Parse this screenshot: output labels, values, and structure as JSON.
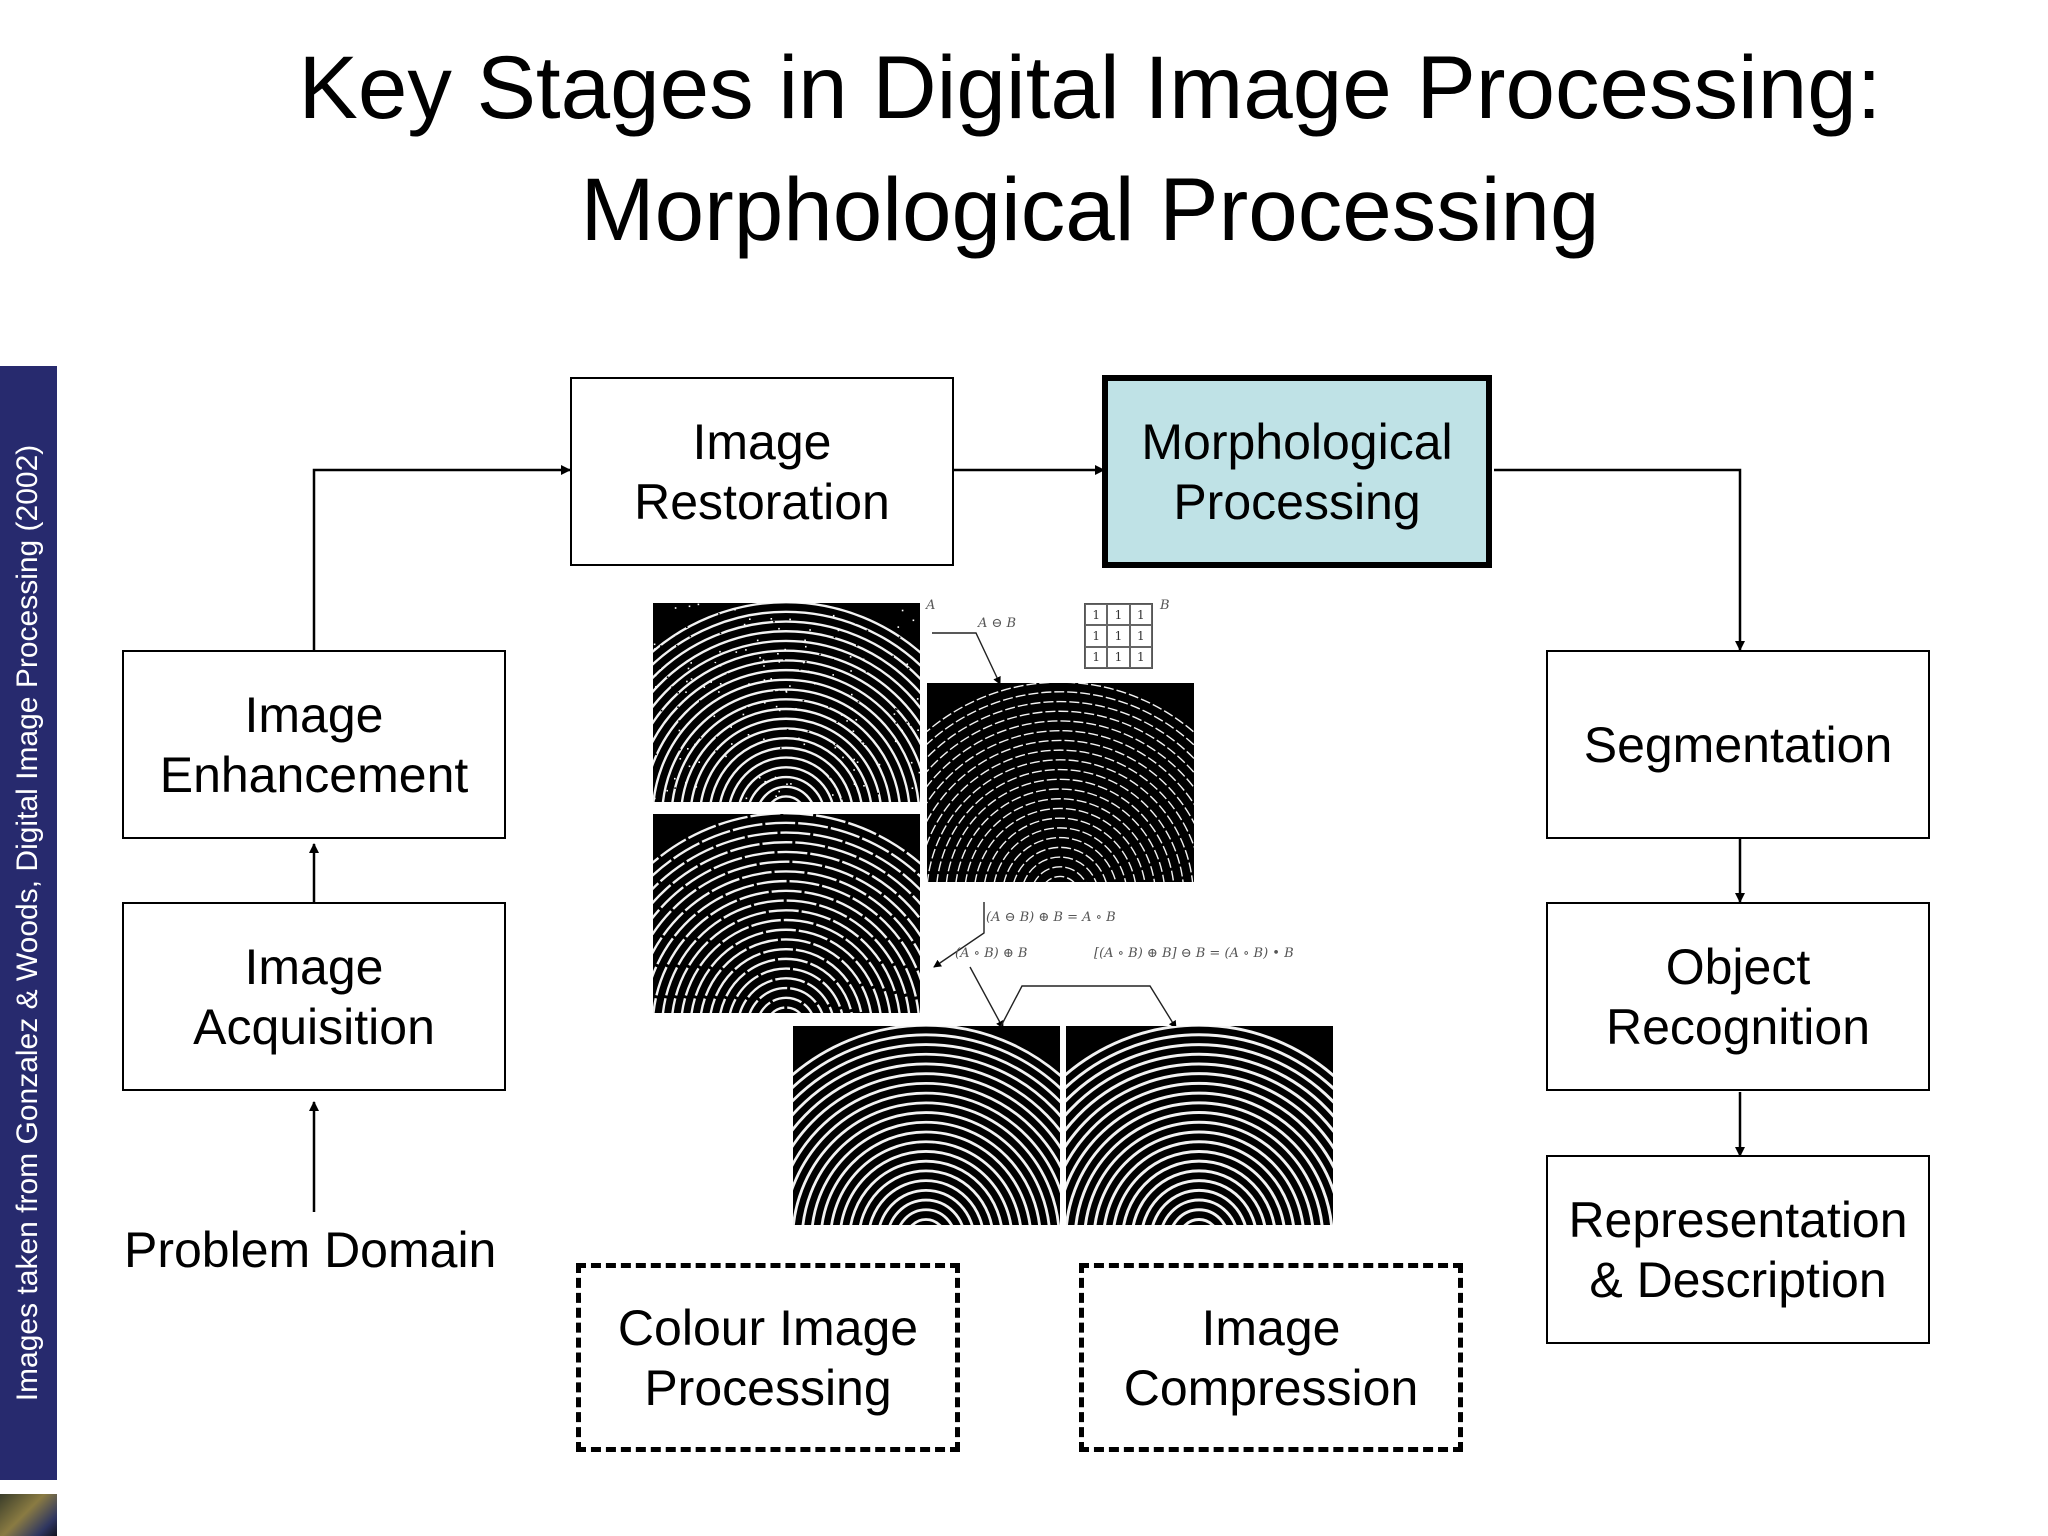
{
  "title": {
    "line1": "Key Stages in Digital Image Processing:",
    "line2": "Morphological Processing"
  },
  "sidebar": {
    "credit": "Images taken from Gonzalez & Woods, Digital Image Processing (2002)"
  },
  "stages": {
    "image_restoration": "Image\nRestoration",
    "morphological_processing": "Morphological\nProcessing",
    "image_enhancement": "Image\nEnhancement",
    "image_acquisition": "Image\nAcquisition",
    "problem_domain": "Problem Domain",
    "segmentation": "Segmentation",
    "object_recognition": "Object\nRecognition",
    "representation_description": "Representation\n& Description",
    "colour_image_processing": "Colour Image\nProcessing",
    "image_compression": "Image\nCompression"
  },
  "figure": {
    "label_a": "A",
    "label_b": "B",
    "eq_erosion": "A ⊖ B",
    "eq_opening": "(A ⊖ B) ⊕ B = A ∘ B",
    "eq_dilate": "(A ∘ B) ⊕ B",
    "eq_closing": "[(A ∘ B) ⊕ B] ⊖ B = (A ∘ B) • B",
    "matrix": [
      "1",
      "1",
      "1",
      "1",
      "1",
      "1",
      "1",
      "1",
      "1"
    ]
  },
  "colors": {
    "highlight": "#bfe2e6",
    "sidebar": "#272a6e"
  }
}
